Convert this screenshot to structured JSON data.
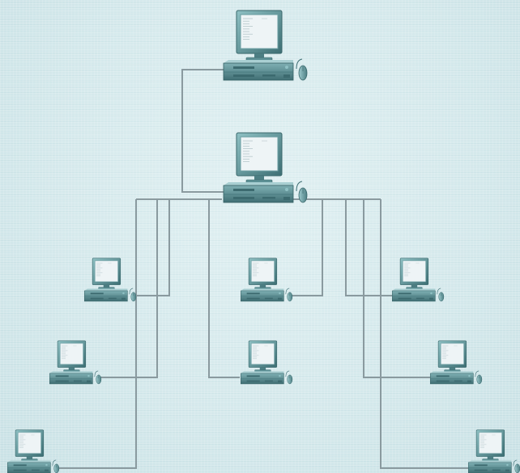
{
  "colors": {
    "line": "#8a9a9f",
    "case_top": "#a9cfd2",
    "case_front": "#5f9398",
    "case_side": "#3f6e73",
    "monitor_frame": "#6aa3a7",
    "monitor_frame_dark": "#3d6f74",
    "screen": "#eef4f6",
    "mouse": "#6fa0a5"
  },
  "diagram": {
    "nodes": [
      {
        "id": "server-top",
        "role": "root"
      },
      {
        "id": "hub",
        "role": "hub"
      },
      {
        "id": "client-left-1",
        "role": "client"
      },
      {
        "id": "client-left-2",
        "role": "client"
      },
      {
        "id": "client-left-3",
        "role": "client"
      },
      {
        "id": "client-center-1",
        "role": "client"
      },
      {
        "id": "client-center-2",
        "role": "client"
      },
      {
        "id": "client-right-1",
        "role": "client"
      },
      {
        "id": "client-right-2",
        "role": "client"
      },
      {
        "id": "client-right-3",
        "role": "client"
      }
    ],
    "edges": [
      {
        "from": "hub",
        "to": "server-top"
      },
      {
        "from": "hub",
        "to": "client-left-1"
      },
      {
        "from": "hub",
        "to": "client-left-2"
      },
      {
        "from": "hub",
        "to": "client-left-3"
      },
      {
        "from": "hub",
        "to": "client-center-1"
      },
      {
        "from": "hub",
        "to": "client-center-2"
      },
      {
        "from": "hub",
        "to": "client-right-1"
      },
      {
        "from": "hub",
        "to": "client-right-2"
      },
      {
        "from": "hub",
        "to": "client-right-3"
      }
    ]
  }
}
